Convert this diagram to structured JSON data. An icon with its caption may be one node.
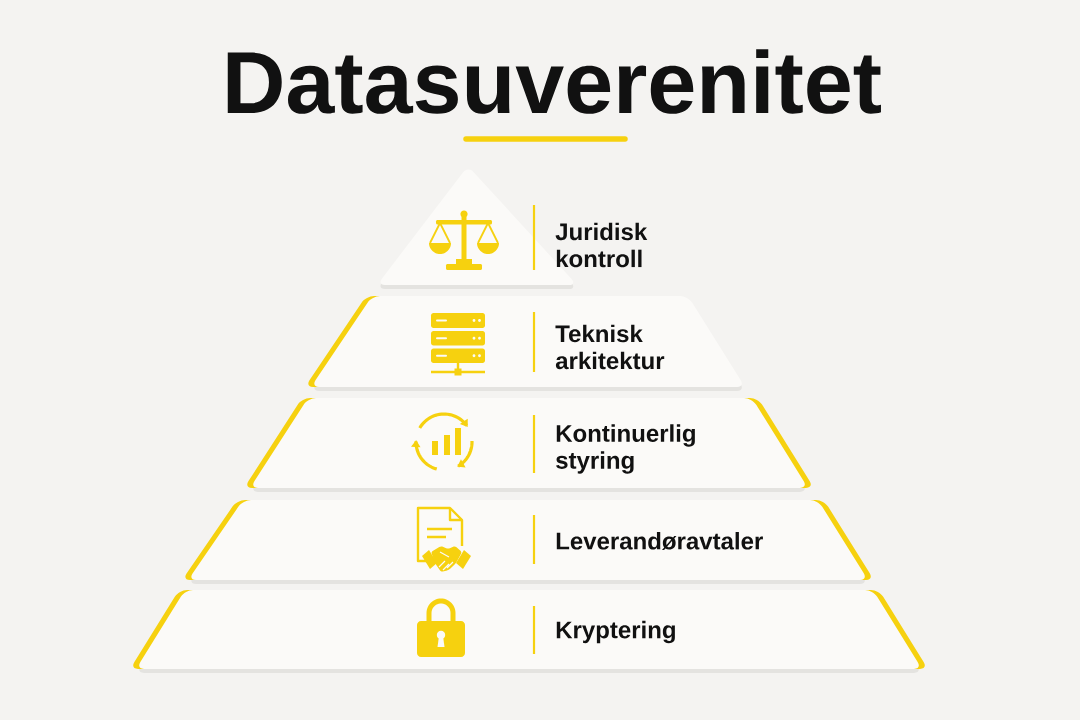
{
  "diagram": {
    "title": "Datasuverenitet",
    "nodes": [
      {
        "text": [
          "Juridisk kontroll"
        ]
      },
      {
        "text": [
          "Teknisk arkitektur"
        ]
      },
      {
        "text": [
          "Kontinuerlig styring"
        ]
      },
      {
        "text": [
          "Leverandøravtaler"
        ]
      },
      {
        "text": [
          "Kryptering"
        ]
      }
    ]
  }
}
